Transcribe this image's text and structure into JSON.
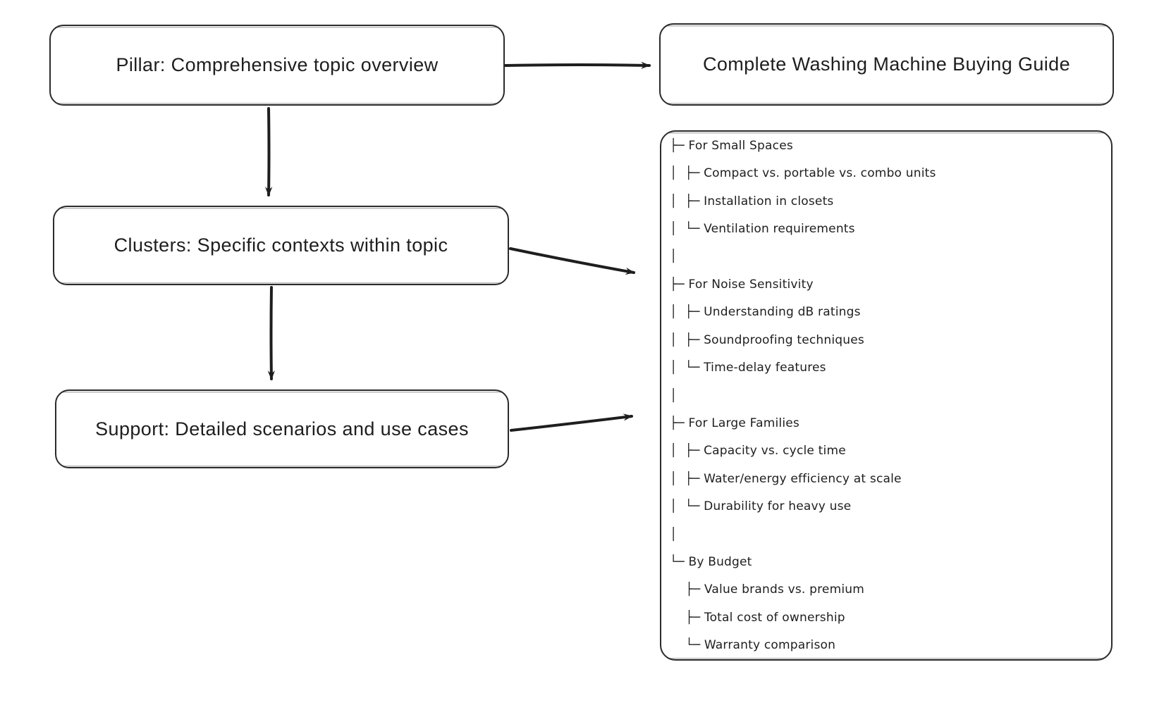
{
  "diagram": {
    "stroke_color": "#1e1e1e",
    "background_color": "#ffffff",
    "nodes": {
      "pillar": {
        "label": "Pillar: Comprehensive topic overview"
      },
      "clusters": {
        "label": "Clusters: Specific contexts within topic"
      },
      "support": {
        "label": "Support: Detailed scenarios and use cases"
      },
      "guide": {
        "label": "Complete Washing Machine Buying Guide"
      }
    },
    "tree": {
      "sections": [
        {
          "label": "For Small Spaces",
          "children": [
            "Compact vs. portable vs. combo units",
            "Installation in closets",
            "Ventilation requirements"
          ]
        },
        {
          "label": "For Noise Sensitivity",
          "children": [
            "Understanding dB ratings",
            "Soundproofing techniques",
            "Time-delay features"
          ]
        },
        {
          "label": "For Large Families",
          "children": [
            "Capacity vs. cycle time",
            "Water/energy efficiency at scale",
            "Durability for heavy use"
          ]
        },
        {
          "label": "By Budget",
          "children": [
            "Value brands vs. premium",
            "Total cost of ownership",
            "Warranty comparison"
          ]
        }
      ],
      "glyphs": {
        "tee": "├─ ",
        "elbow": "└─ ",
        "bar": "│"
      }
    },
    "arrows": [
      {
        "from": "pillar",
        "to": "guide"
      },
      {
        "from": "pillar",
        "to": "clusters"
      },
      {
        "from": "clusters",
        "to": "tree"
      },
      {
        "from": "clusters",
        "to": "support"
      },
      {
        "from": "support",
        "to": "tree"
      }
    ]
  }
}
